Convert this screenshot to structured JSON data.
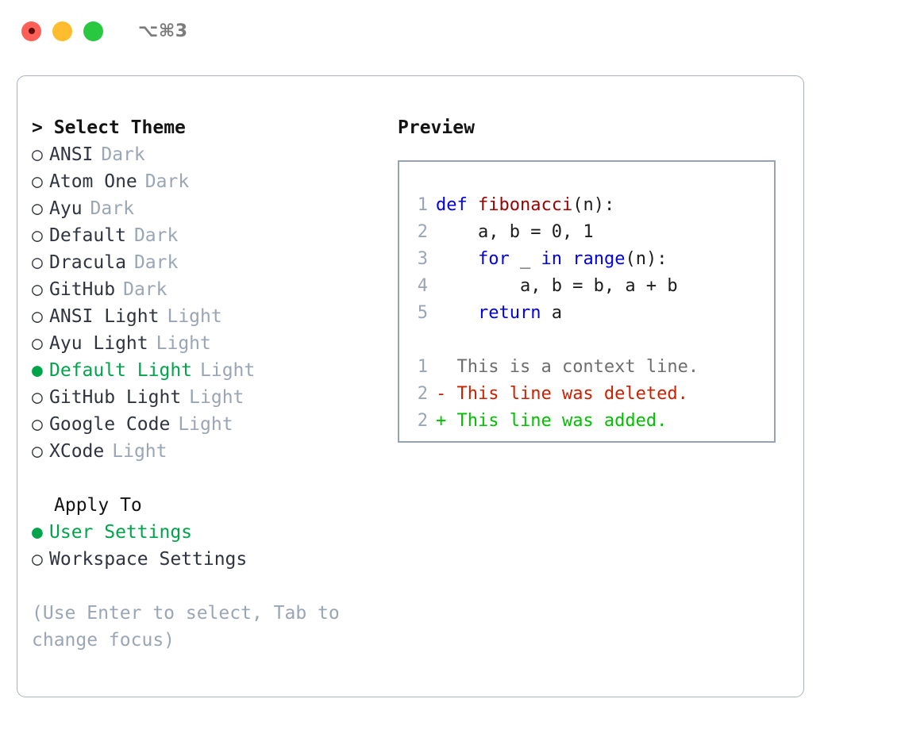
{
  "titlebar": {
    "shortcut": "⌥⌘3",
    "lights": [
      "close-light",
      "minimize-light",
      "maximize-light"
    ]
  },
  "theme_picker": {
    "heading": "> Select Theme",
    "caret": ">",
    "heading_text": "Select Theme",
    "bullet_selected": "●",
    "bullet_unselected": "○",
    "selected_color": "#00a44a",
    "options": [
      {
        "label": "ANSI",
        "tag": "Dark",
        "selected": false
      },
      {
        "label": "Atom One",
        "tag": "Dark",
        "selected": false
      },
      {
        "label": "Ayu",
        "tag": "Dark",
        "selected": false
      },
      {
        "label": "Default",
        "tag": "Dark",
        "selected": false
      },
      {
        "label": "Dracula",
        "tag": "Dark",
        "selected": false
      },
      {
        "label": "GitHub",
        "tag": "Dark",
        "selected": false
      },
      {
        "label": "ANSI Light",
        "tag": "Light",
        "selected": false
      },
      {
        "label": "Ayu Light",
        "tag": "Light",
        "selected": false
      },
      {
        "label": "Default Light",
        "tag": "Light",
        "selected": true
      },
      {
        "label": "GitHub Light",
        "tag": "Light",
        "selected": false
      },
      {
        "label": "Google Code",
        "tag": "Light",
        "selected": false
      },
      {
        "label": "XCode",
        "tag": "Light",
        "selected": false
      }
    ]
  },
  "apply_to": {
    "heading": "Apply To",
    "options": [
      {
        "label": "User Settings",
        "selected": true
      },
      {
        "label": "Workspace Settings",
        "selected": false
      }
    ]
  },
  "hint": "(Use Enter to select, Tab to change focus)",
  "preview": {
    "title": "Preview",
    "code": [
      {
        "number": "1",
        "tokens": [
          {
            "t": "def ",
            "c": "kw"
          },
          {
            "t": "fibonacci",
            "c": "fn"
          },
          {
            "t": "(n):",
            "c": "plain"
          }
        ]
      },
      {
        "number": "2",
        "tokens": [
          {
            "t": "    a, b = 0, 1",
            "c": "plain"
          }
        ]
      },
      {
        "number": "3",
        "tokens": [
          {
            "t": "    ",
            "c": "plain"
          },
          {
            "t": "for",
            "c": "kw"
          },
          {
            "t": " _ ",
            "c": "plain"
          },
          {
            "t": "in",
            "c": "kw"
          },
          {
            "t": " ",
            "c": "plain"
          },
          {
            "t": "range",
            "c": "kw"
          },
          {
            "t": "(n):",
            "c": "plain"
          }
        ]
      },
      {
        "number": "4",
        "tokens": [
          {
            "t": "        a, b = b, a + b",
            "c": "plain"
          }
        ]
      },
      {
        "number": "5",
        "tokens": [
          {
            "t": "    ",
            "c": "plain"
          },
          {
            "t": "return",
            "c": "kw"
          },
          {
            "t": " a",
            "c": "plain"
          }
        ]
      }
    ],
    "diff": [
      {
        "number": "1",
        "marker": " ",
        "text": " This is a context line.",
        "kind": "ctx"
      },
      {
        "number": "2",
        "marker": "-",
        "text": " This line was deleted.",
        "kind": "del"
      },
      {
        "number": "2",
        "marker": "+",
        "text": " This line was added.",
        "kind": "add"
      }
    ]
  },
  "colors": {
    "keyword_blue": "#0000ee",
    "function_red": "#9e0000",
    "diff_deleted": "#cc1f00",
    "diff_added": "#00c000",
    "diff_context": "#6e6e6e",
    "muted": "#9aa5b5",
    "border": "#a9b2c0"
  }
}
